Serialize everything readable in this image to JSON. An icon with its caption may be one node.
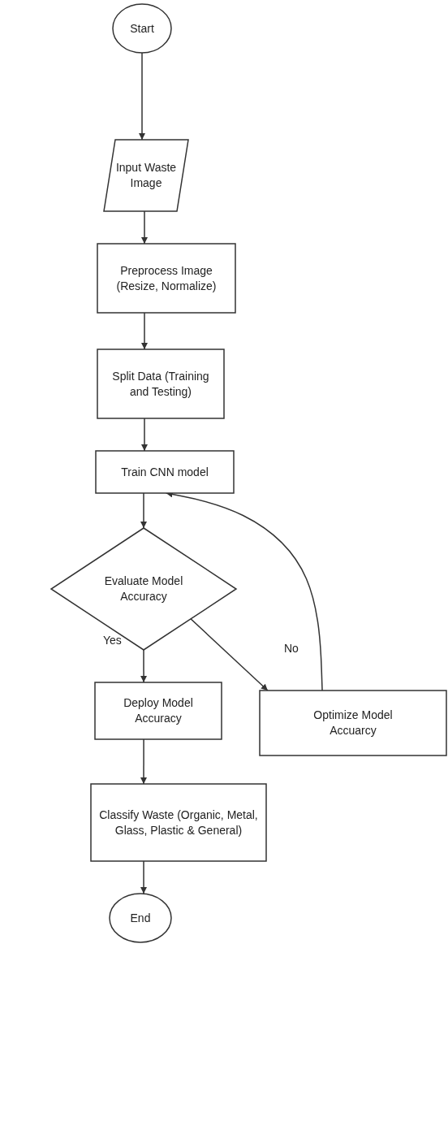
{
  "diagram": {
    "nodes": [
      {
        "text": [
          "Start"
        ]
      },
      {
        "text": [
          "Input Waste Image"
        ]
      },
      {
        "text": [
          "Preprocess Image (Resize, Normalize)"
        ]
      },
      {
        "text": [
          "Split Data (Training and Testing)"
        ]
      },
      {
        "text": [
          "Train CNN model"
        ]
      },
      {
        "text": [
          "Evaluate Model Accuracy"
        ]
      },
      {
        "text": [
          "Deploy Model Accuracy"
        ]
      },
      {
        "text": [
          "Optimize Model Accuarcy"
        ]
      },
      {
        "text": [
          "Classify Waste (Organic, Metal, Glass, Plastic & General)"
        ]
      },
      {
        "text": [
          "End"
        ]
      }
    ],
    "edges": [
      {
        "from": 0,
        "to": 1,
        "arrow": "to"
      },
      {
        "from": 1,
        "to": 2,
        "arrow": "to"
      },
      {
        "from": 2,
        "to": 3,
        "arrow": "to"
      },
      {
        "from": 3,
        "to": 4,
        "arrow": "to"
      },
      {
        "from": 4,
        "to": 5,
        "arrow": "to"
      },
      {
        "from": 5,
        "to": 6,
        "arrow": "to",
        "label": "Yes"
      },
      {
        "from": 5,
        "to": 7,
        "arrow": "to",
        "label": "No"
      },
      {
        "from": 7,
        "to": 4,
        "arrow": "to"
      },
      {
        "from": 6,
        "to": 8,
        "arrow": "to"
      },
      {
        "from": 8,
        "to": 9,
        "arrow": "to"
      }
    ]
  }
}
